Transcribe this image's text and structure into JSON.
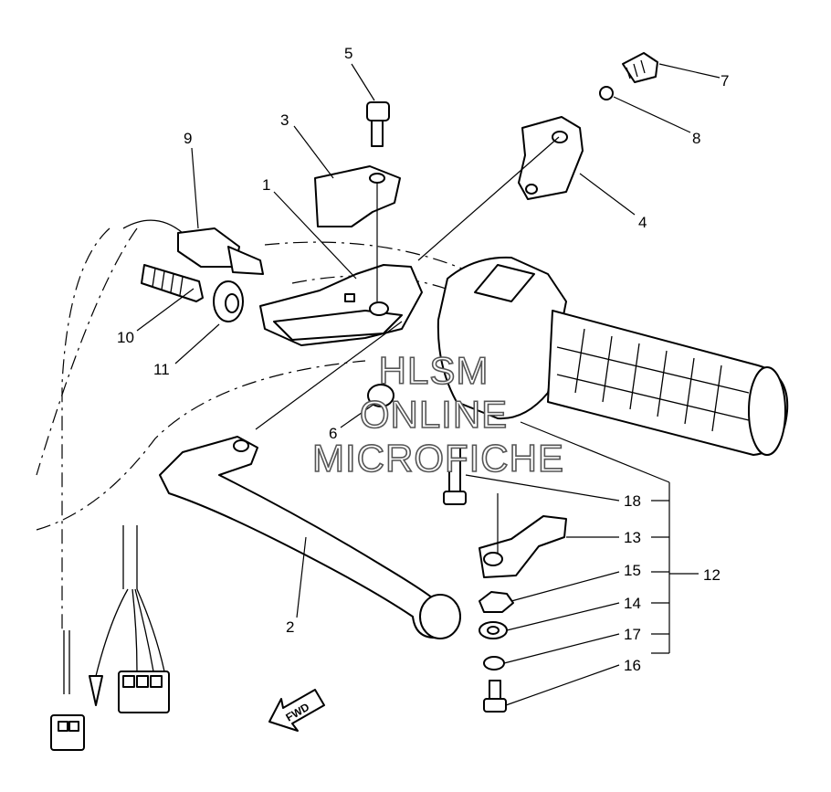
{
  "callouts": [
    {
      "id": "1",
      "label": "1"
    },
    {
      "id": "2",
      "label": "2"
    },
    {
      "id": "3",
      "label": "3"
    },
    {
      "id": "4",
      "label": "4"
    },
    {
      "id": "5",
      "label": "5"
    },
    {
      "id": "6",
      "label": "6"
    },
    {
      "id": "7",
      "label": "7"
    },
    {
      "id": "8",
      "label": "8"
    },
    {
      "id": "9",
      "label": "9"
    },
    {
      "id": "10",
      "label": "10"
    },
    {
      "id": "11",
      "label": "11"
    },
    {
      "id": "12",
      "label": "12"
    },
    {
      "id": "13",
      "label": "13"
    },
    {
      "id": "14",
      "label": "14"
    },
    {
      "id": "15",
      "label": "15"
    },
    {
      "id": "16",
      "label": "16"
    },
    {
      "id": "17",
      "label": "17"
    },
    {
      "id": "18",
      "label": "18"
    }
  ],
  "watermark": {
    "line1": "HLSM",
    "line2": "ONLINE",
    "line3": "MICROFICHE"
  },
  "fwd_arrow": {
    "label": "FWD"
  }
}
